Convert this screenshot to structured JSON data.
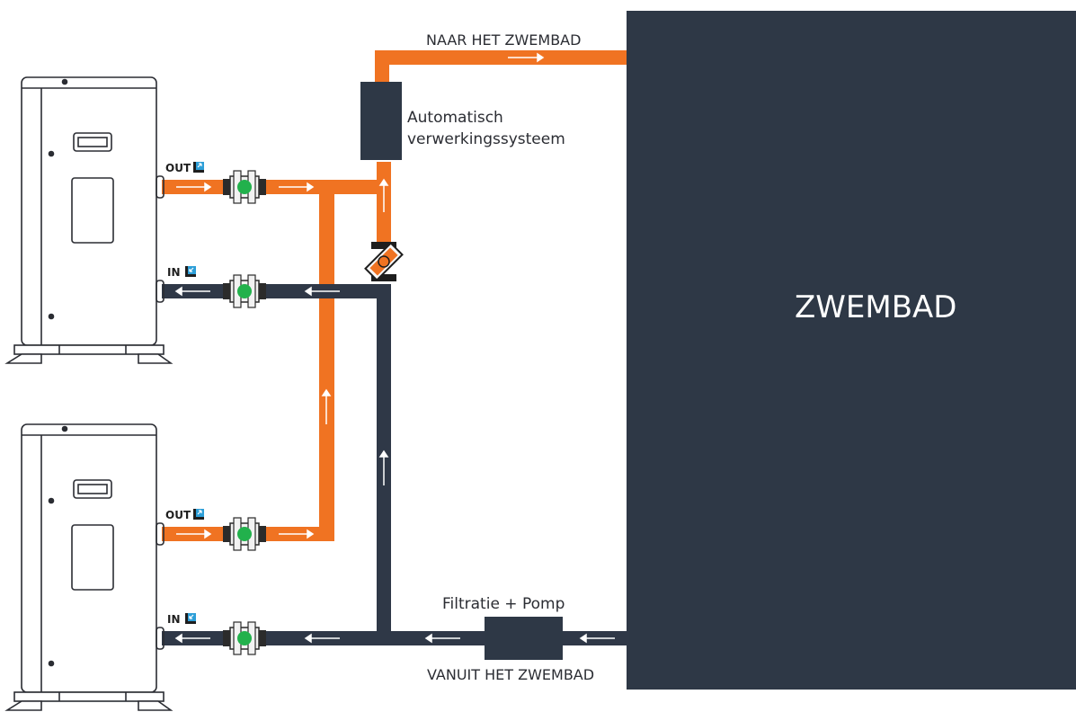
{
  "pool": {
    "label": "ZWEMBAD"
  },
  "pipe_labels": {
    "to_pool": "NAAR HET ZWEMBAD",
    "from_pool": "VANUIT HET ZWEMBAD"
  },
  "components": {
    "treatment": {
      "line1": "Automatisch",
      "line2": "verwerkingssysteem"
    },
    "filtration": {
      "label": "Filtratie + Pomp"
    }
  },
  "heat_pumps": [
    {
      "out_label": "OUT",
      "in_label": "IN"
    },
    {
      "out_label": "OUT",
      "in_label": "IN"
    }
  ],
  "colors": {
    "hot_pipe": "#f07322",
    "cold_pipe": "#2f3847",
    "pool": "#2e3846",
    "valve_green": "#22b14c",
    "port_blue": "#2e9fd8"
  }
}
